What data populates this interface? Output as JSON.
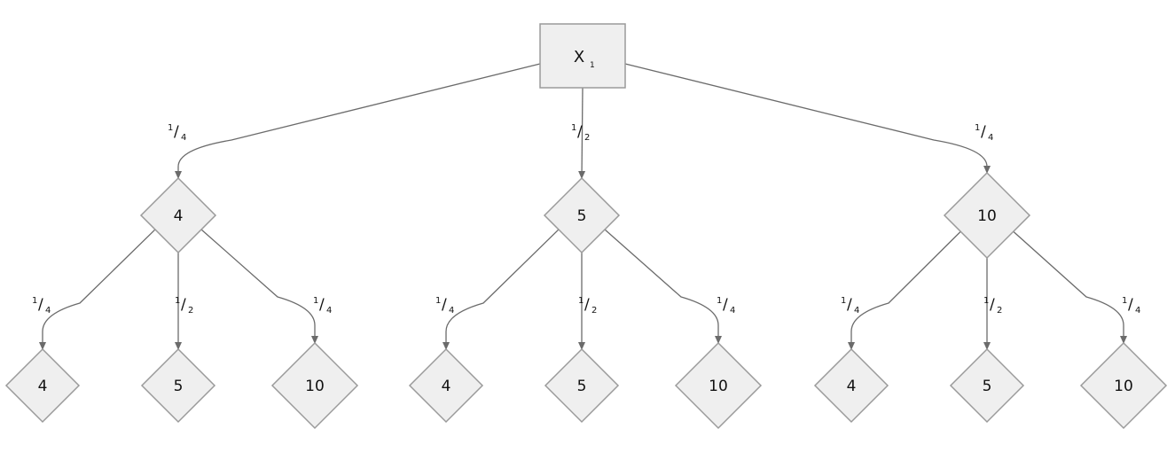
{
  "colors": {
    "node_fill": "#efefef",
    "node_stroke": "#9a9a9a",
    "edge_stroke": "#6b6b6b",
    "background": "#ffffff"
  },
  "root": {
    "label": "X",
    "subscript": "1"
  },
  "level1": [
    {
      "edge": {
        "num": "1",
        "den": "4"
      },
      "value": "4",
      "children": [
        {
          "edge": {
            "num": "1",
            "den": "4"
          },
          "value": "4"
        },
        {
          "edge": {
            "num": "1",
            "den": "2"
          },
          "value": "5"
        },
        {
          "edge": {
            "num": "1",
            "den": "4"
          },
          "value": "10"
        }
      ]
    },
    {
      "edge": {
        "num": "1",
        "den": "2"
      },
      "value": "5",
      "children": [
        {
          "edge": {
            "num": "1",
            "den": "4"
          },
          "value": "4"
        },
        {
          "edge": {
            "num": "1",
            "den": "2"
          },
          "value": "5"
        },
        {
          "edge": {
            "num": "1",
            "den": "4"
          },
          "value": "10"
        }
      ]
    },
    {
      "edge": {
        "num": "1",
        "den": "4"
      },
      "value": "10",
      "children": [
        {
          "edge": {
            "num": "1",
            "den": "4"
          },
          "value": "4"
        },
        {
          "edge": {
            "num": "1",
            "den": "2"
          },
          "value": "5"
        },
        {
          "edge": {
            "num": "1",
            "den": "4"
          },
          "value": "10"
        }
      ]
    }
  ]
}
